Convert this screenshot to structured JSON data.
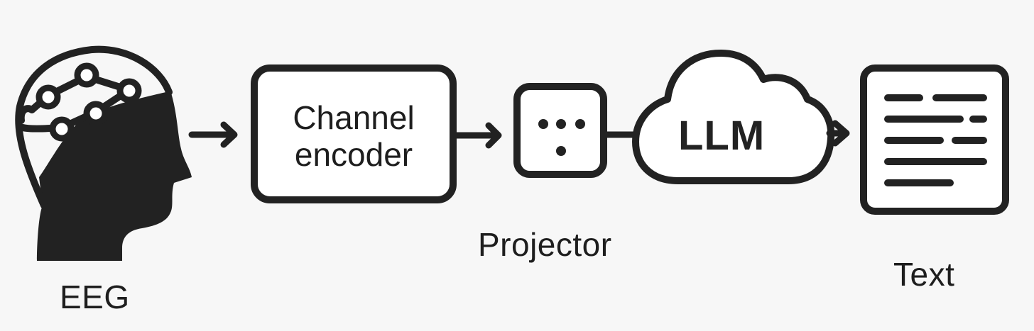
{
  "diagram": {
    "title": "EEG to Text pipeline",
    "colors": {
      "stroke": "#222222",
      "background": "#f7f7f7",
      "fill": "#ffffff"
    },
    "nodes": [
      {
        "id": "eeg",
        "label": "EEG",
        "icon": "head-with-electrodes-icon"
      },
      {
        "id": "channel_encoder",
        "label_line1": "Channel",
        "label_line2": "encoder",
        "icon": "rounded-box"
      },
      {
        "id": "projector",
        "label": "Projector",
        "icon": "dots-box-icon"
      },
      {
        "id": "llm",
        "label": "LLM",
        "icon": "cloud-icon"
      },
      {
        "id": "text",
        "label": "Text",
        "icon": "document-lines-icon"
      }
    ],
    "edges": [
      {
        "from": "eeg",
        "to": "channel_encoder"
      },
      {
        "from": "channel_encoder",
        "to": "projector"
      },
      {
        "from": "projector",
        "to": "llm"
      },
      {
        "from": "llm",
        "to": "text"
      }
    ]
  }
}
